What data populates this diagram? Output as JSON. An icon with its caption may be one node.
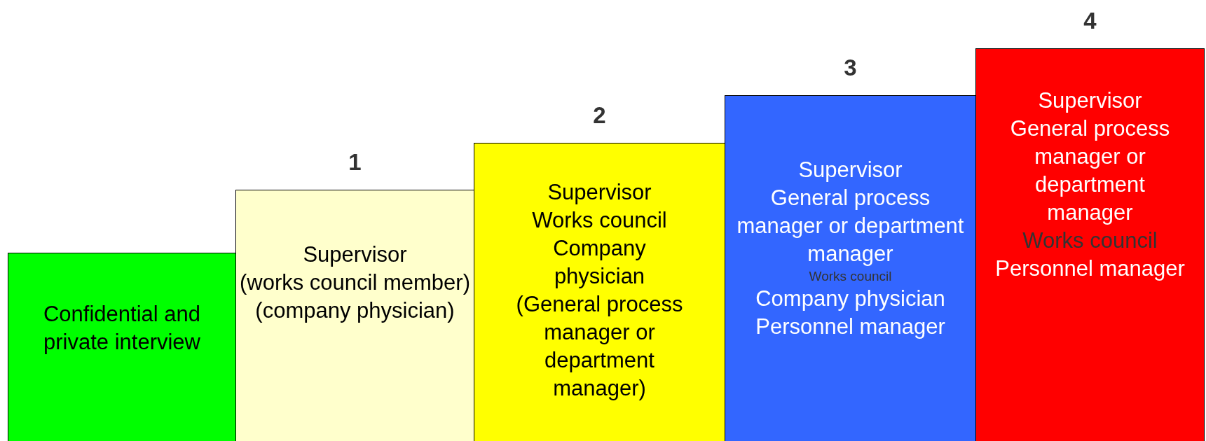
{
  "diagram": {
    "nodes": [
      {
        "text": [
          "Confidential and private interview"
        ]
      },
      {
        "text": [
          "Supervisor",
          "(works council member)",
          "(company physician)"
        ],
        "beside": [
          "1"
        ]
      },
      {
        "text": [
          "Supervisor",
          "Works council",
          "Company physician",
          "(General process manager or department manager)"
        ],
        "beside": [
          "2"
        ]
      },
      {
        "text": [
          "Supervisor",
          "General process manager or department manager",
          "Works council",
          "Company physician",
          "Personnel manager"
        ],
        "beside": [
          "3"
        ]
      },
      {
        "text": [
          "Supervisor",
          "General process manager or department manager",
          "Works council",
          "Personnel manager"
        ],
        "beside": [
          "4"
        ]
      }
    ]
  }
}
